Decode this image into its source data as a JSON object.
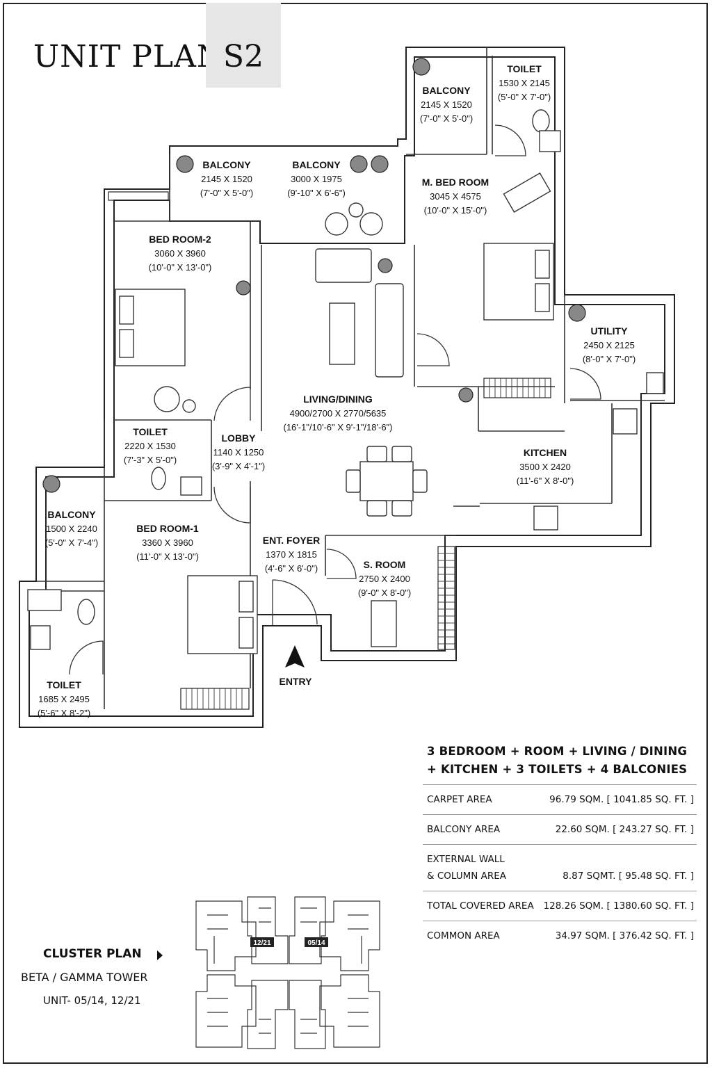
{
  "header": {
    "title": "UNIT PLAN",
    "unit_code": "S2"
  },
  "rooms": [
    {
      "key": "balcony_top_right",
      "name": "BALCONY",
      "mm": "2145 X 1520",
      "ft": "(7'-0\" X 5'-0\")"
    },
    {
      "key": "toilet_master",
      "name": "TOILET",
      "mm": "1530 X 2145",
      "ft": "(5'-0\" X 7'-0\")"
    },
    {
      "key": "balcony_top_left",
      "name": "BALCONY",
      "mm": "2145 X 1520",
      "ft": "(7'-0\" X 5'-0\")"
    },
    {
      "key": "balcony_top_mid",
      "name": "BALCONY",
      "mm": "3000 X 1975",
      "ft": "(9'-10\" X 6'-6\")"
    },
    {
      "key": "master_bed",
      "name": "M. BED ROOM",
      "mm": "3045 X 4575",
      "ft": "(10'-0\" X 15'-0\")"
    },
    {
      "key": "bed2",
      "name": "BED ROOM-2",
      "mm": "3060 X 3960",
      "ft": "(10'-0\" X 13'-0\")"
    },
    {
      "key": "utility",
      "name": "UTILITY",
      "mm": "2450 X 2125",
      "ft": "(8'-0\" X 7'-0\")"
    },
    {
      "key": "living",
      "name": "LIVING/DINING",
      "mm": "4900/2700 X 2770/5635",
      "ft": "(16'-1\"/10'-6\" X 9'-1\"/18'-6\")"
    },
    {
      "key": "toilet_bed2",
      "name": "TOILET",
      "mm": "2220 X 1530",
      "ft": "(7'-3\" X 5'-0\")"
    },
    {
      "key": "lobby",
      "name": "LOBBY",
      "mm": "1140 X 1250",
      "ft": "(3'-9\" X 4'-1\")"
    },
    {
      "key": "kitchen",
      "name": "KITCHEN",
      "mm": "3500 X 2420",
      "ft": "(11'-6\" X 8'-0\")"
    },
    {
      "key": "balcony_left",
      "name": "BALCONY",
      "mm": "1500 X 2240",
      "ft": "(5'-0\" X 7'-4\")"
    },
    {
      "key": "bed1",
      "name": "BED ROOM-1",
      "mm": "3360 X 3960",
      "ft": "(11'-0\" X 13'-0\")"
    },
    {
      "key": "foyer",
      "name": "ENT. FOYER",
      "mm": "1370 X 1815",
      "ft": "(4'-6\" X 6'-0\")"
    },
    {
      "key": "sroom",
      "name": "S. ROOM",
      "mm": "2750 X 2400",
      "ft": "(9'-0\" X 8'-0\")"
    },
    {
      "key": "toilet_bed1",
      "name": "TOILET",
      "mm": "1685 X 2495",
      "ft": "(5'-6\" X 8'-2\")"
    }
  ],
  "entry_label": "ENTRY",
  "summary": {
    "line1": "3 BEDROOM + ROOM + LIVING / DINING",
    "line2": "+ KITCHEN + 3 TOILETS + 4 BALCONIES"
  },
  "areas": [
    {
      "label": "CARPET AREA",
      "value": "96.79 SQM. [ 1041.85 SQ. FT. ]"
    },
    {
      "label": "BALCONY AREA",
      "value": "22.60 SQM. [ 243.27 SQ. FT. ]"
    },
    {
      "label": "EXTERNAL WALL\n& COLUMN AREA",
      "value": "8.87 SQMT. [ 95.48 SQ. FT. ]"
    },
    {
      "label": "TOTAL COVERED AREA",
      "value": "128.26 SQM. [ 1380.60 SQ. FT. ]"
    },
    {
      "label": "COMMON AREA",
      "value": "34.97 SQM. [ 376.42 SQ. FT. ]"
    }
  ],
  "cluster": {
    "title": "CLUSTER PLAN",
    "tower": "BETA / GAMMA TOWER",
    "units": "UNIT- 05/14, 12/21",
    "tag_left": "12/21",
    "tag_right": "05/14"
  }
}
